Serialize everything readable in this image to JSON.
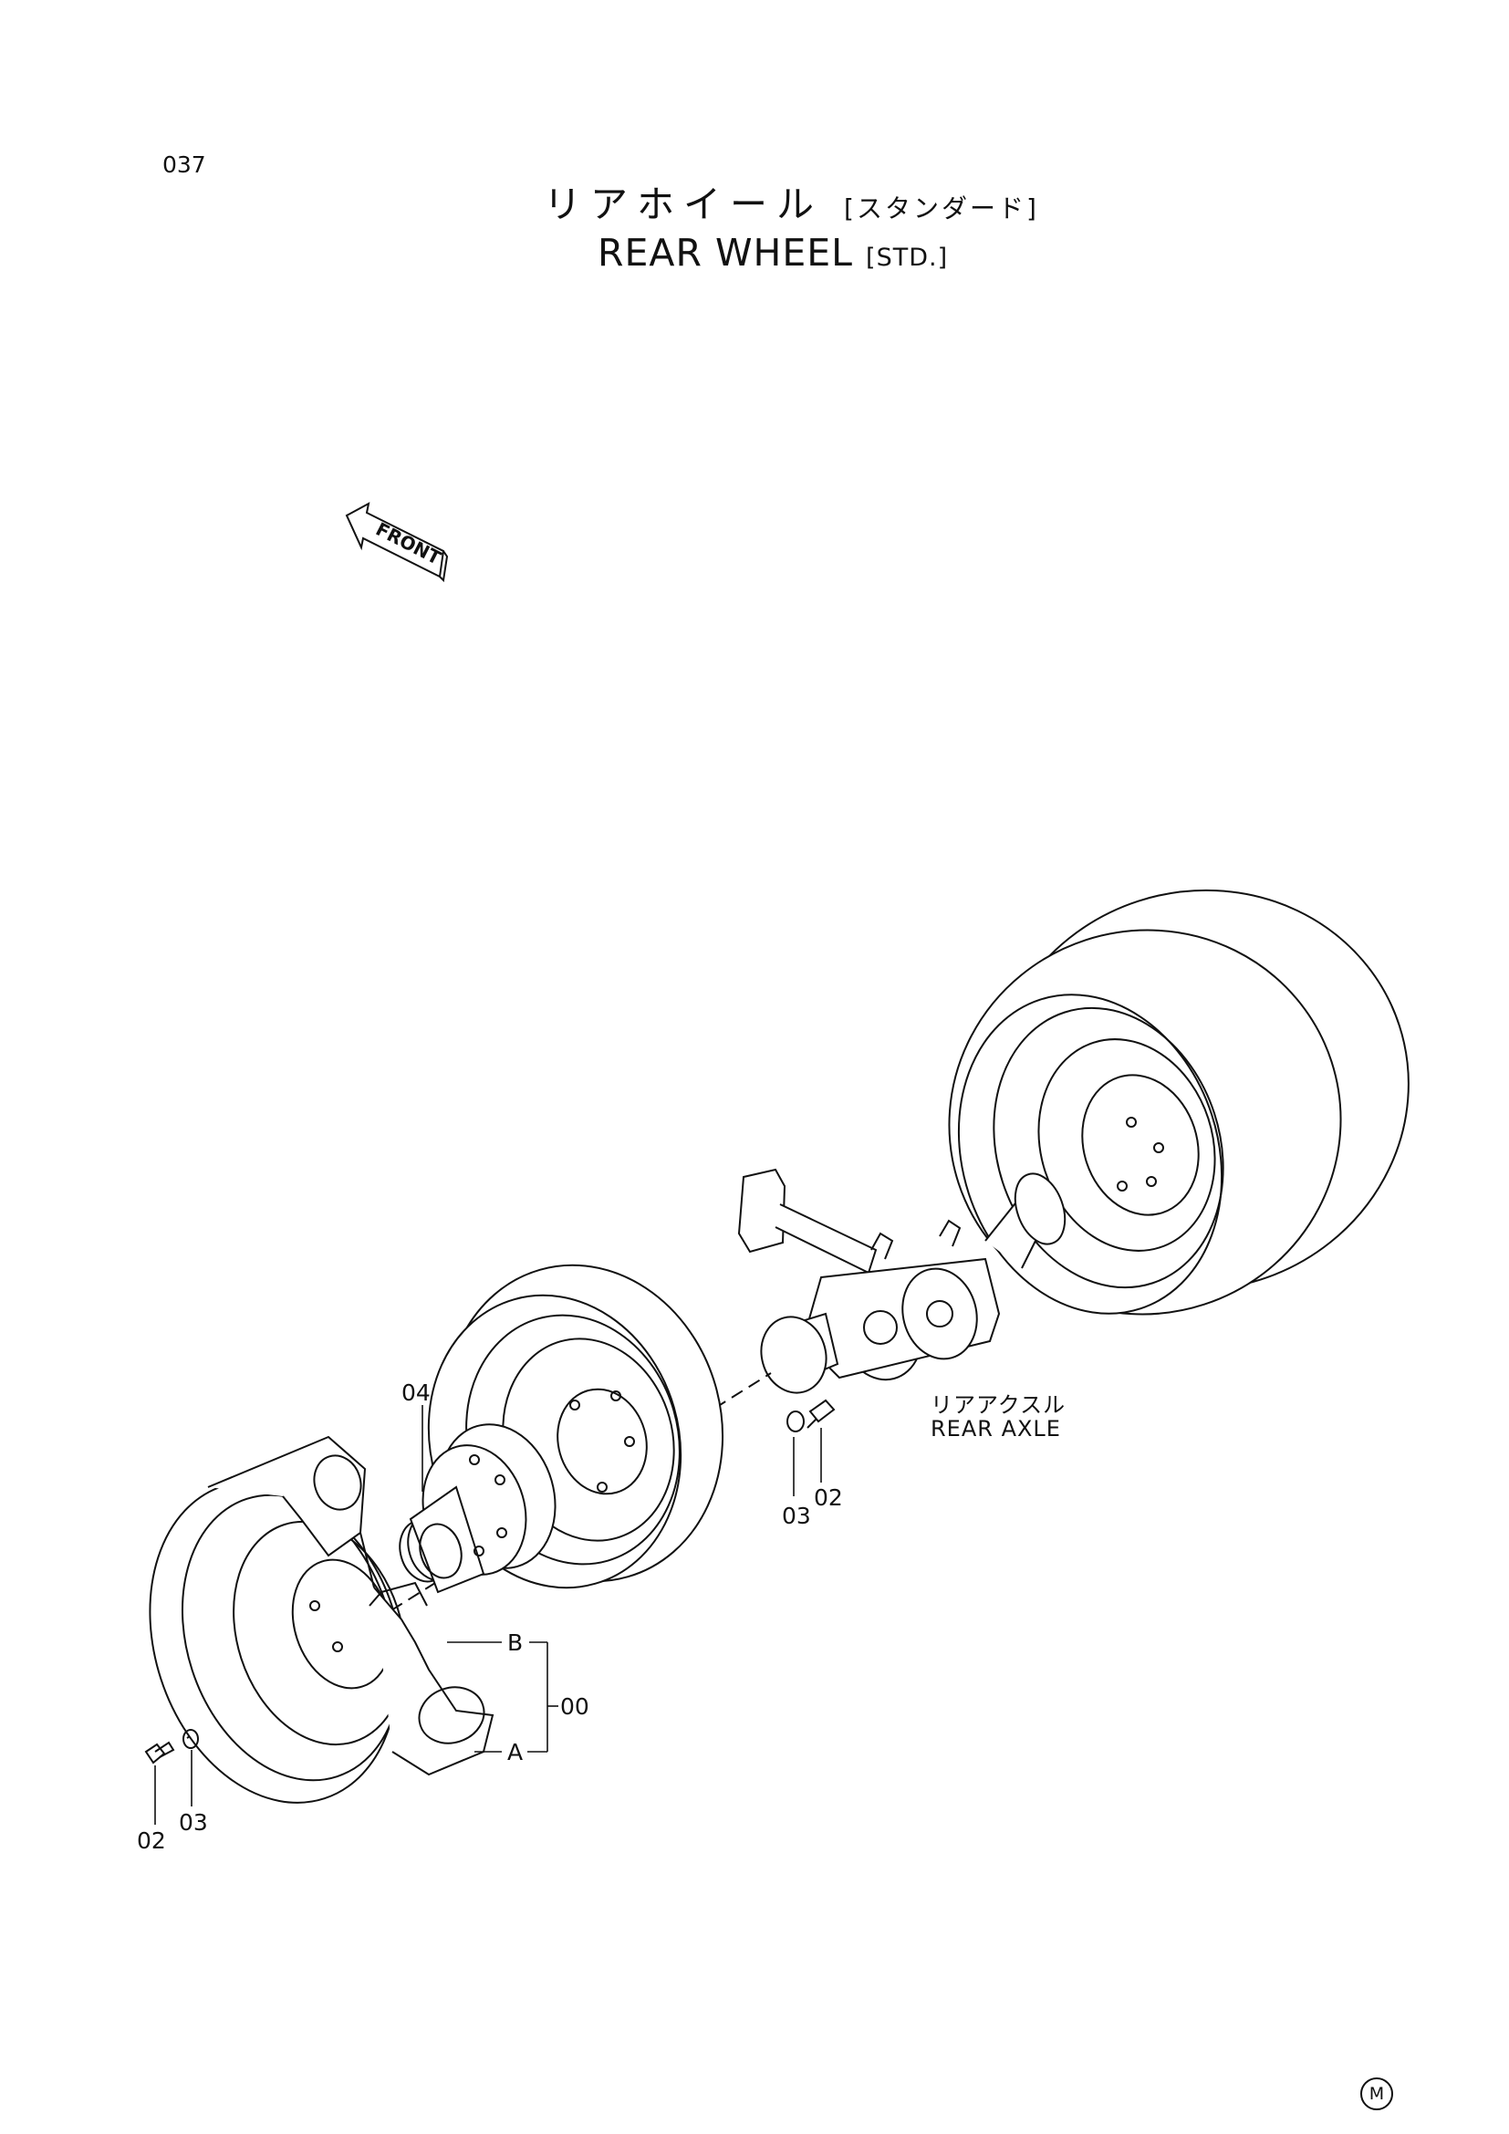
{
  "page": {
    "number": "037"
  },
  "title": {
    "jp_main": "リアホイール",
    "jp_sub": "[スタンダード]",
    "en_main": "REAR WHEEL",
    "en_sub": "[STD.]"
  },
  "front_arrow": {
    "label": "FRONT",
    "icon": "front-direction-arrow"
  },
  "axle": {
    "jp": "リアアクスル",
    "en": "REAR AXLE"
  },
  "callouts": {
    "c04": "04",
    "c03_right": "03",
    "c02_right": "02",
    "cB": "B",
    "cA": "A",
    "c00": "00",
    "c02_left": "02",
    "c03_left": "03"
  },
  "mark": "M"
}
